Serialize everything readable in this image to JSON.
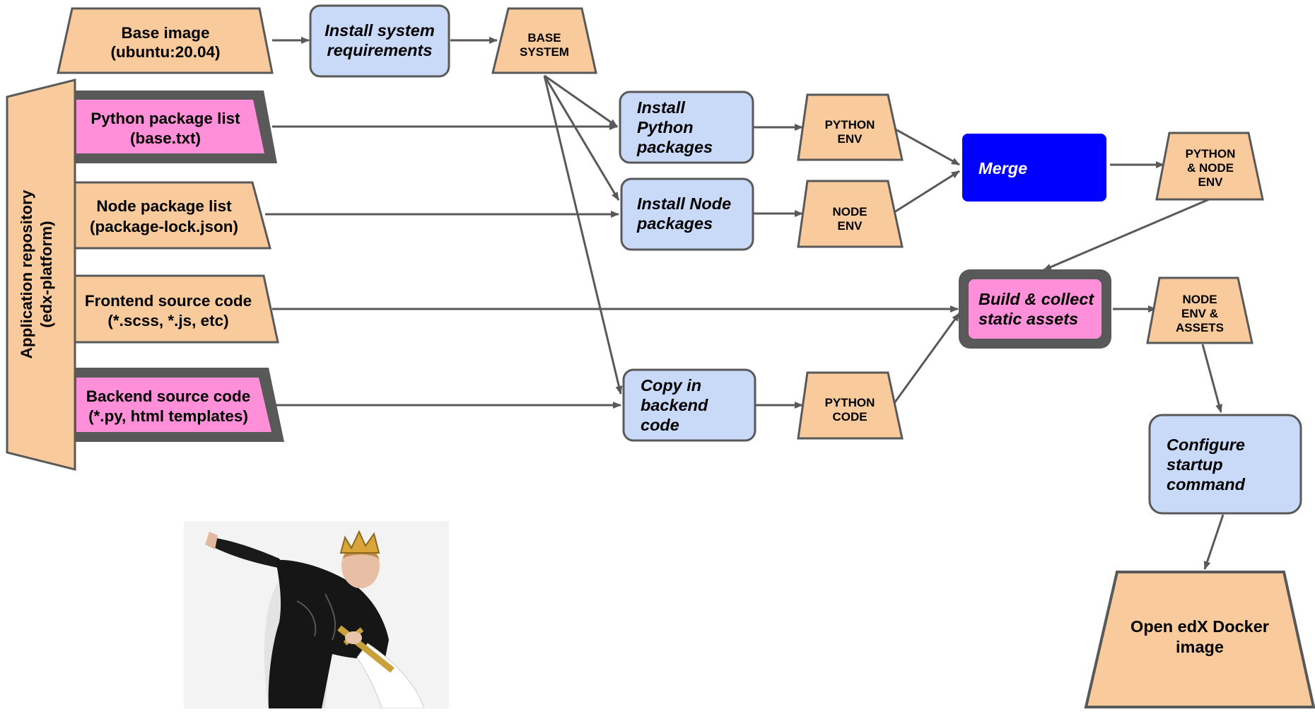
{
  "colors": {
    "input_fill": "#f9cb9c",
    "highlight_fill": "#ff8fd9",
    "process_fill": "#c9daf8",
    "merge_fill": "#0000ff",
    "outline": "#595959"
  },
  "repository": {
    "label_line1": "Application repository",
    "label_line2": "(edx-platform)"
  },
  "inputs": {
    "base_image": {
      "line1": "Base image",
      "line2": "(ubuntu:20.04)"
    },
    "python_list": {
      "line1": "Python package list",
      "line2": "(base.txt)"
    },
    "node_list": {
      "line1": "Node package list",
      "line2": "(package-lock.json)"
    },
    "frontend": {
      "line1": "Frontend source code",
      "line2": "(*.scss, *.js, etc)"
    },
    "backend": {
      "line1": "Backend source code",
      "line2": "(*.py, html templates)"
    }
  },
  "processes": {
    "install_system": {
      "line1": "Install system",
      "line2": "requirements"
    },
    "install_python": {
      "line1": "Install",
      "line2": "Python",
      "line3": "packages"
    },
    "install_node": {
      "line1": "Install Node",
      "line2": "packages"
    },
    "copy_backend": {
      "line1": "Copy in",
      "line2": "backend",
      "line3": "code"
    },
    "merge": {
      "line1": "Merge"
    },
    "build_assets": {
      "line1": "Build & collect",
      "line2": "static assets"
    },
    "configure": {
      "line1": "Configure",
      "line2": "startup",
      "line3": "command"
    }
  },
  "artifacts": {
    "base_system": {
      "line1": "BASE",
      "line2": "SYSTEM"
    },
    "python_env": {
      "line1": "PYTHON",
      "line2": "ENV"
    },
    "node_env": {
      "line1": "NODE",
      "line2": "ENV"
    },
    "python_code": {
      "line1": "PYTHON",
      "line2": "CODE"
    },
    "python_node_env": {
      "line1": "PYTHON",
      "line2": "& NODE",
      "line3": "ENV"
    },
    "node_env_assets": {
      "line1": "NODE",
      "line2": "ENV &",
      "line3": "ASSETS"
    },
    "docker_image": {
      "line1": "Open edX Docker",
      "line2": "image"
    }
  },
  "photo": {
    "subject": "performer wearing a gold crown in a black lace shirt"
  }
}
